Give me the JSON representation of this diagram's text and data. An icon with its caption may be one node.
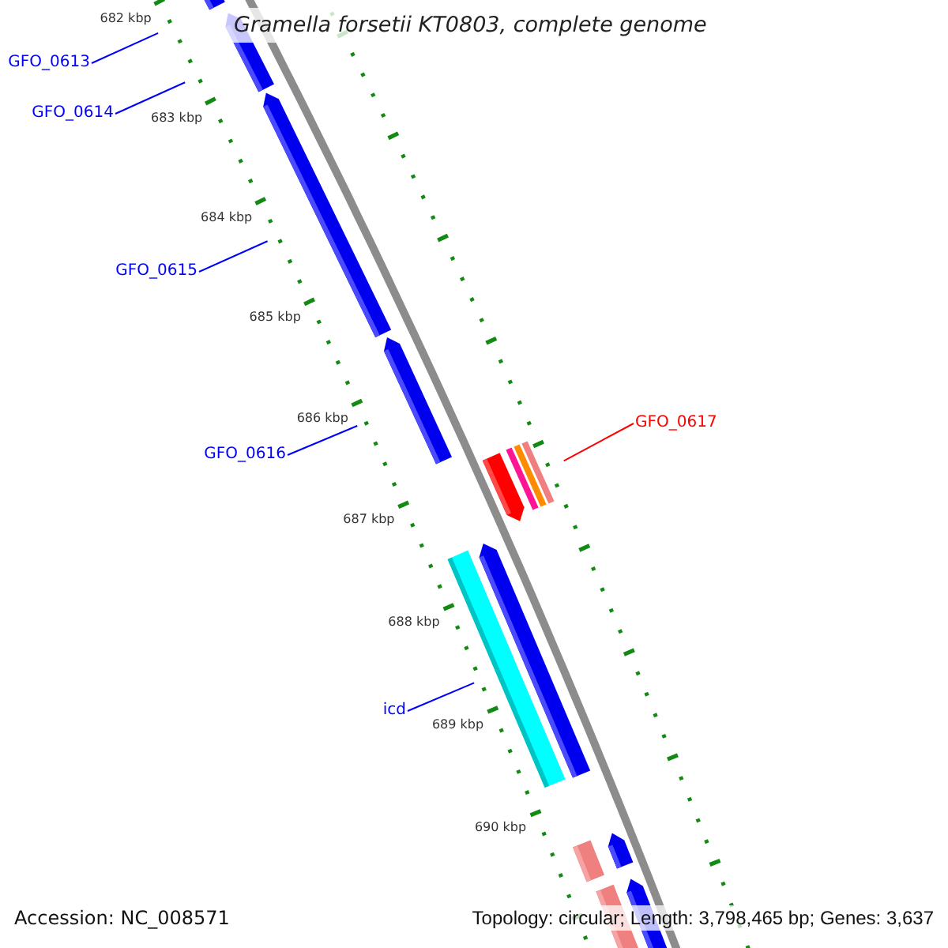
{
  "diagram": {
    "title": "Gramella forsetii KT0803, complete genome",
    "nodes": [
      {
        "text": [
          "GFO_0613"
        ]
      },
      {
        "text": [
          "GFO_0614"
        ]
      },
      {
        "text": [
          "GFO_0615"
        ]
      },
      {
        "text": [
          "GFO_0616"
        ]
      },
      {
        "text": [
          "GFO_0617"
        ]
      },
      {
        "text": [
          "icd"
        ]
      },
      {
        "text": [],
        "shape": "arrow"
      },
      {
        "text": [],
        "shape": "arrow"
      },
      {
        "text": [],
        "shape": "arrow"
      },
      {
        "text": [],
        "shape": "arrow"
      },
      {
        "text": [],
        "shape": "arrow"
      },
      {
        "text": [],
        "shape": "bar"
      },
      {
        "text": [],
        "shape": "bar"
      },
      {
        "text": [],
        "shape": "bar"
      },
      {
        "text": [],
        "shape": "bar"
      },
      {
        "text": [],
        "shape": "arrow"
      },
      {
        "text": [],
        "shape": "bar"
      },
      {
        "text": [],
        "shape": "arrow"
      },
      {
        "text": [],
        "shape": "bar"
      },
      {
        "text": [],
        "shape": "arrow"
      }
    ],
    "edges": [
      {
        "from": 0,
        "to": 6,
        "arrow": "none"
      },
      {
        "from": 1,
        "to": 7,
        "arrow": "none"
      },
      {
        "from": 2,
        "to": 8,
        "arrow": "none"
      },
      {
        "from": 3,
        "to": 9,
        "arrow": "none"
      },
      {
        "from": 4,
        "to": 13,
        "arrow": "none",
        "color": "#ff0000"
      },
      {
        "from": 5,
        "to": 14,
        "arrow": "none"
      }
    ],
    "labels": [
      "682 kbp",
      "683 kbp",
      "684 kbp",
      "685 kbp",
      "686 kbp",
      "687 kbp",
      "688 kbp",
      "689 kbp",
      "690 kbp",
      "Accession: NC_008571",
      "Topology: circular; Length: 3,798,465 bp; Genes: 3,637"
    ]
  }
}
